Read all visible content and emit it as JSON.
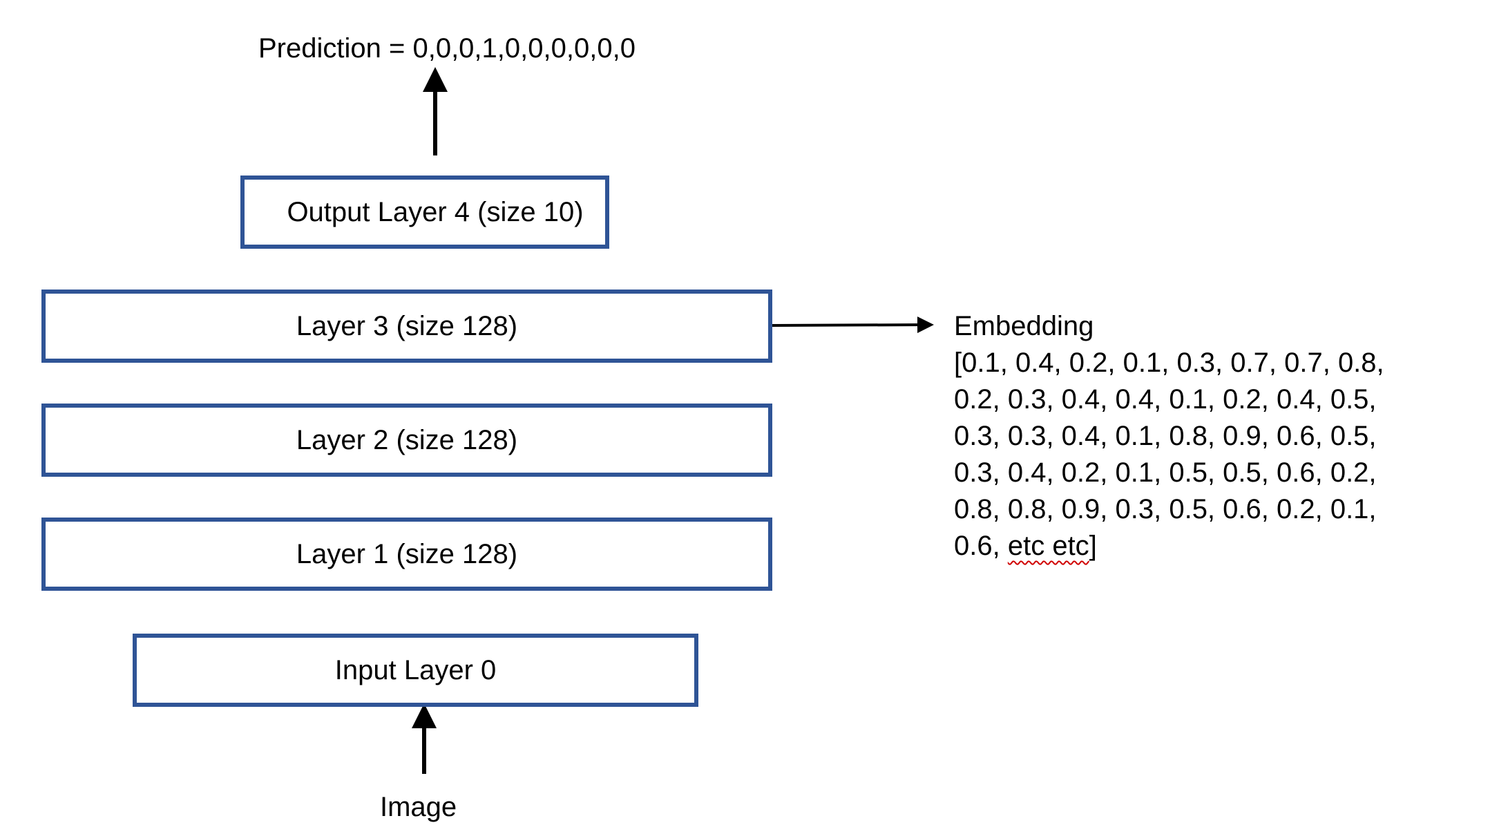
{
  "prediction": {
    "text": "Prediction = 0,0,0,1,0,0,0,0,0,0"
  },
  "layers": {
    "output": "Output Layer 4 (size 10)",
    "layer3": "Layer 3 (size 128)",
    "layer2": "Layer 2 (size 128)",
    "layer1": "Layer 1 (size 128)",
    "input": "Input Layer 0"
  },
  "image_label": "Image",
  "embedding": {
    "title": "Embedding",
    "lines": [
      "[0.1, 0.4, 0.2, 0.1, 0.3, 0.7, 0.7, 0.8,",
      "0.2, 0.3, 0.4, 0.4, 0.1, 0.2, 0.4, 0.5,",
      "0.3, 0.3, 0.4, 0.1, 0.8, 0.9, 0.6, 0.5,",
      "0.3, 0.4, 0.2, 0.1, 0.5, 0.5, 0.6, 0.2,",
      "0.8, 0.8, 0.9, 0.3, 0.5, 0.6, 0.2, 0.1,"
    ],
    "last_line_prefix": "0.6, ",
    "last_line_etc": "etc etc",
    "last_line_suffix": "]"
  },
  "colors": {
    "box_border": "#2f5496",
    "arrow": "#000000",
    "spellcheck_underline": "#d00000"
  }
}
